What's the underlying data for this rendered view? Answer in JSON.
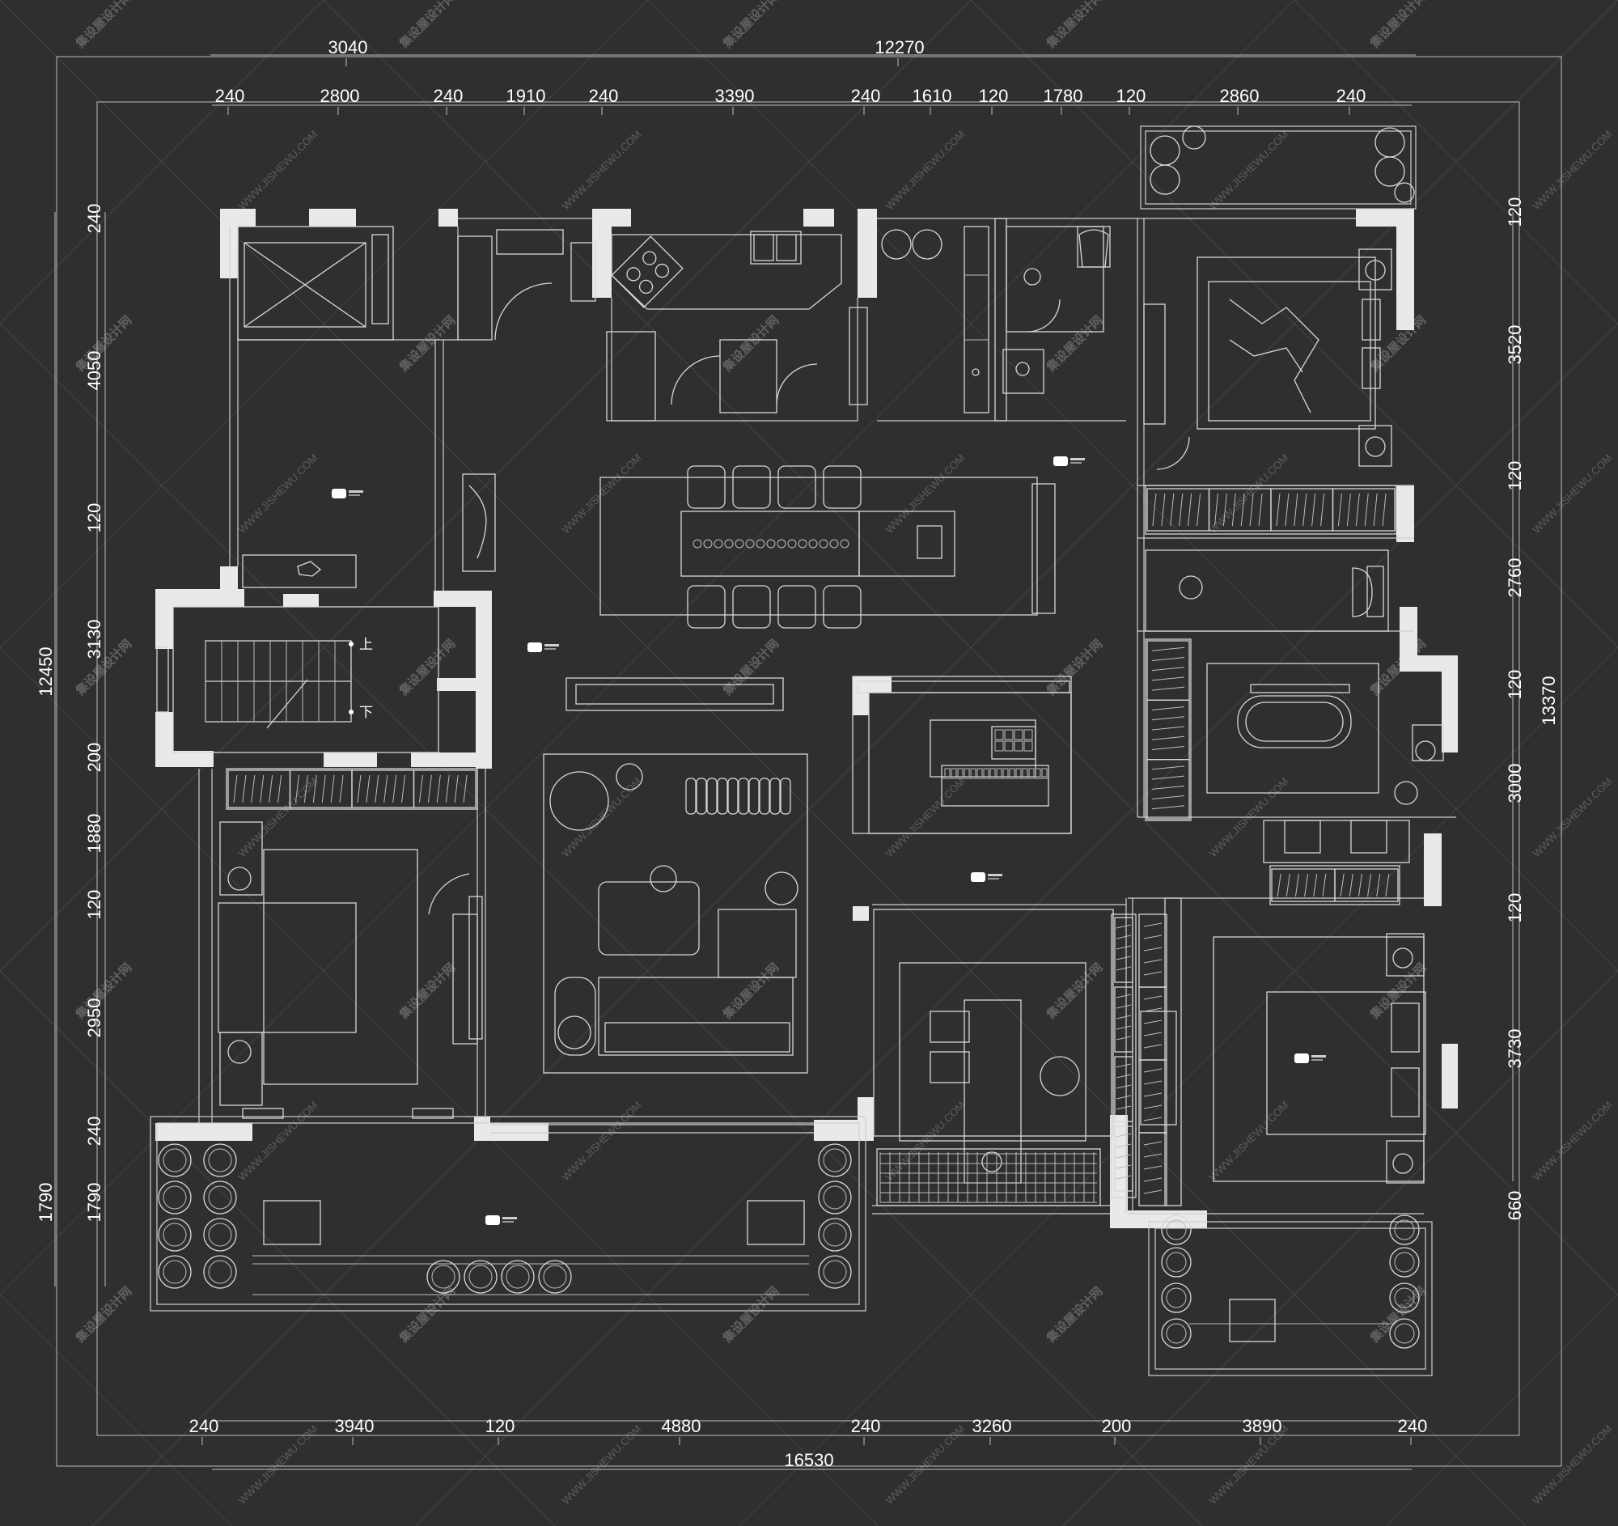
{
  "dimensions": {
    "top_overall": [
      "3040",
      "12270"
    ],
    "top_detail": [
      "240",
      "2800",
      "240",
      "1910",
      "240",
      "3390",
      "240",
      "1610",
      "120",
      "1780",
      "120",
      "2860",
      "240"
    ],
    "bottom_detail": [
      "240",
      "3940",
      "120",
      "4880",
      "240",
      "3260",
      "200",
      "3890",
      "240"
    ],
    "bottom_overall": "16530",
    "left_detail": [
      "240",
      "4050",
      "120",
      "3130",
      "200",
      "1880",
      "120",
      "2950",
      "240",
      "1790"
    ],
    "left_overall": [
      "12450",
      "1790"
    ],
    "right_detail": [
      "120",
      "3520",
      "120",
      "2760",
      "120",
      "3000",
      "120",
      "3730",
      "660"
    ],
    "right_overall": "13370"
  },
  "stair_labels": {
    "up": "上",
    "down": "下"
  },
  "watermark": {
    "cn": "集设屋设计网",
    "en": "WWW.JISHEWU.COM"
  },
  "colors": {
    "background": "#2f2f30",
    "walls": "#e9e9e9",
    "lines": "#d8d8d8",
    "text": "#ffffff"
  }
}
